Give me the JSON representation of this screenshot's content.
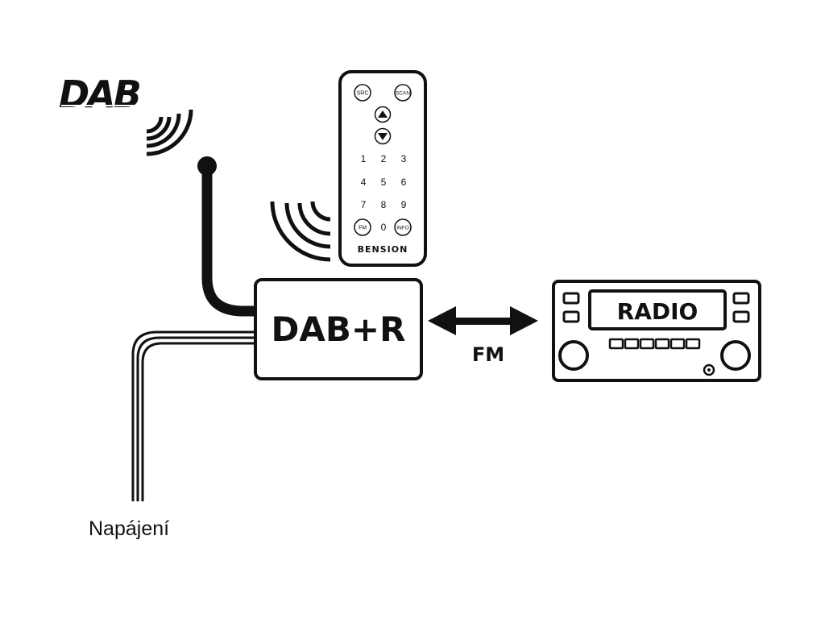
{
  "logo": {
    "text": "DAB"
  },
  "remote": {
    "brand": "BENSION",
    "buttons": {
      "src": "SRC",
      "scan": "SCAN",
      "fm": "FM",
      "info": "INFO",
      "digits": [
        "1",
        "2",
        "3",
        "4",
        "5",
        "6",
        "7",
        "8",
        "9",
        "0"
      ]
    },
    "icons": {
      "up": "triangle-up-icon",
      "down": "triangle-down-icon"
    }
  },
  "module": {
    "label": "DAB+R"
  },
  "link": {
    "label": "FM"
  },
  "radio": {
    "display_text": "RADIO"
  },
  "power": {
    "label": "Napájení"
  },
  "colors": {
    "ink": "#111111",
    "background": "#ffffff"
  }
}
